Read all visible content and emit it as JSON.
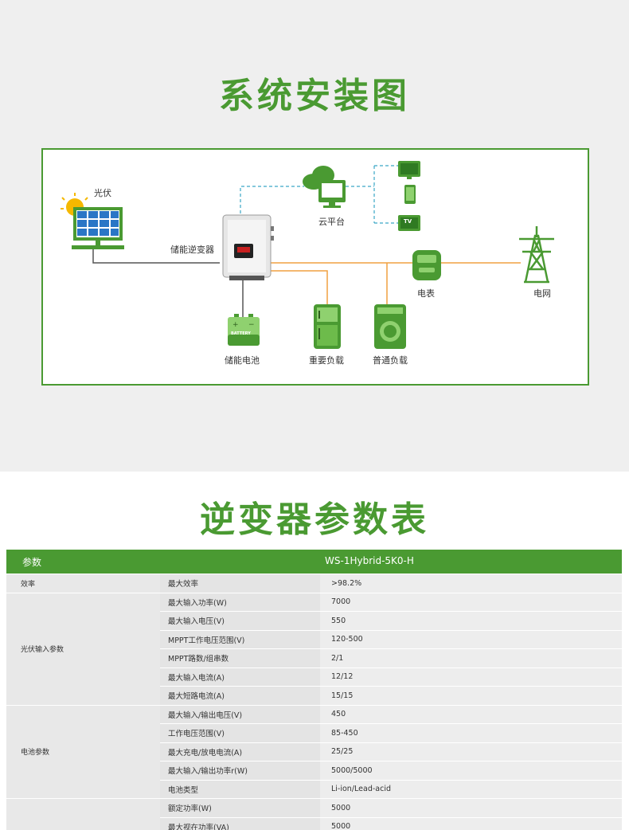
{
  "install": {
    "title": "系统安装图",
    "labels": {
      "pv": "光伏",
      "inverter": "储能逆变器",
      "cloud": "云平台",
      "battery": "储能电池",
      "battery_text": "BATTERY",
      "important_load": "重要负载",
      "normal_load": "普通负载",
      "meter": "电表",
      "grid": "电网",
      "tv": "TV"
    },
    "colors": {
      "accent": "#4a9a32",
      "pv_line": "#555555",
      "cloud_line": "#3aa6c6",
      "ac_line": "#f0a040"
    }
  },
  "params": {
    "title": "逆变器参数表",
    "header": {
      "col1": "参数",
      "col2": "WS-1Hybrid-5K0-H"
    },
    "groups": [
      {
        "name": "效率",
        "rows": [
          {
            "param": "最大效率",
            "value": ">98.2%"
          }
        ]
      },
      {
        "name": "光伏输入参数",
        "rows": [
          {
            "param": "最大输入功率(W)",
            "value": "7000"
          },
          {
            "param": "最大输入电压(V)",
            "value": "550"
          },
          {
            "param": "MPPT工作电压范围(V)",
            "value": "120-500"
          },
          {
            "param": "MPPT路数/组串数",
            "value": "2/1"
          },
          {
            "param": "最大输入电流(A)",
            "value": "12/12"
          },
          {
            "param": "最大短路电流(A)",
            "value": "15/15"
          }
        ]
      },
      {
        "name": "电池参数",
        "rows": [
          {
            "param": "最大输入/输出电压(V)",
            "value": "450"
          },
          {
            "param": "工作电压范围(V)",
            "value": "85-450"
          },
          {
            "param": "最大充电/放电电流(A)",
            "value": "25/25"
          },
          {
            "param": "最大输入/输出功率r(W)",
            "value": "5000/5000"
          },
          {
            "param": "电池类型",
            "value": "Li-ion/Lead-acid"
          }
        ]
      },
      {
        "name": "",
        "rows": [
          {
            "param": "额定功率(W)",
            "value": "5000"
          },
          {
            "param": "最大视在功率(VA)",
            "value": "5000"
          }
        ]
      }
    ]
  }
}
